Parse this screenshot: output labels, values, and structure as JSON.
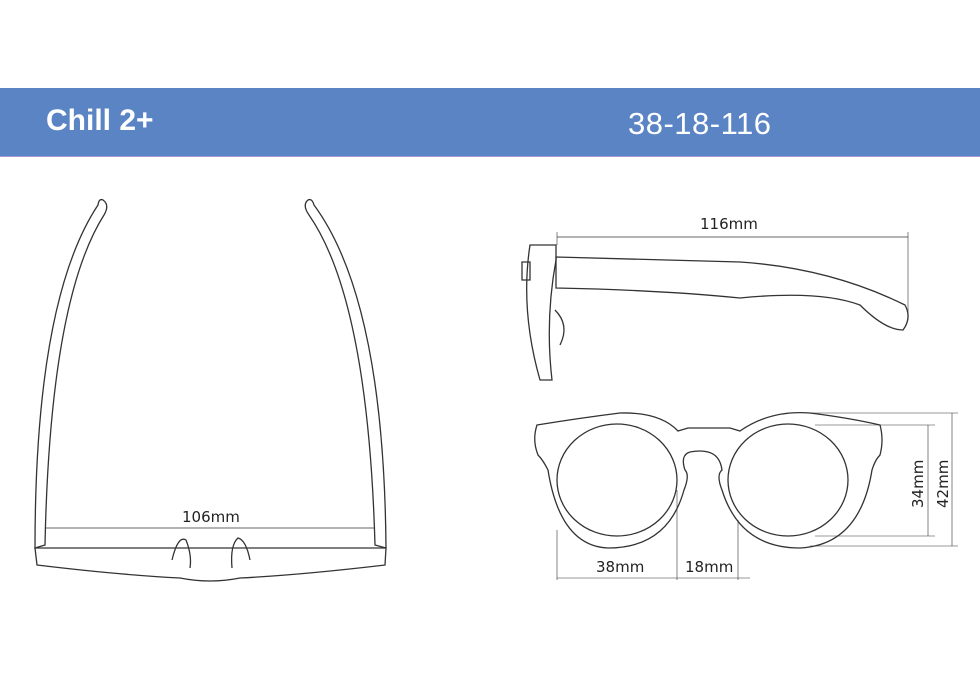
{
  "header": {
    "model_name": "Chill 2+",
    "size_code": "38-18-116"
  },
  "dimensions": {
    "frame_width": "106mm",
    "temple_length": "116mm",
    "lens_width": "38mm",
    "bridge_width": "18mm",
    "lens_height": "34mm",
    "frame_height": "42mm"
  },
  "colors": {
    "band": "#5b84c4",
    "line": "#333333"
  }
}
